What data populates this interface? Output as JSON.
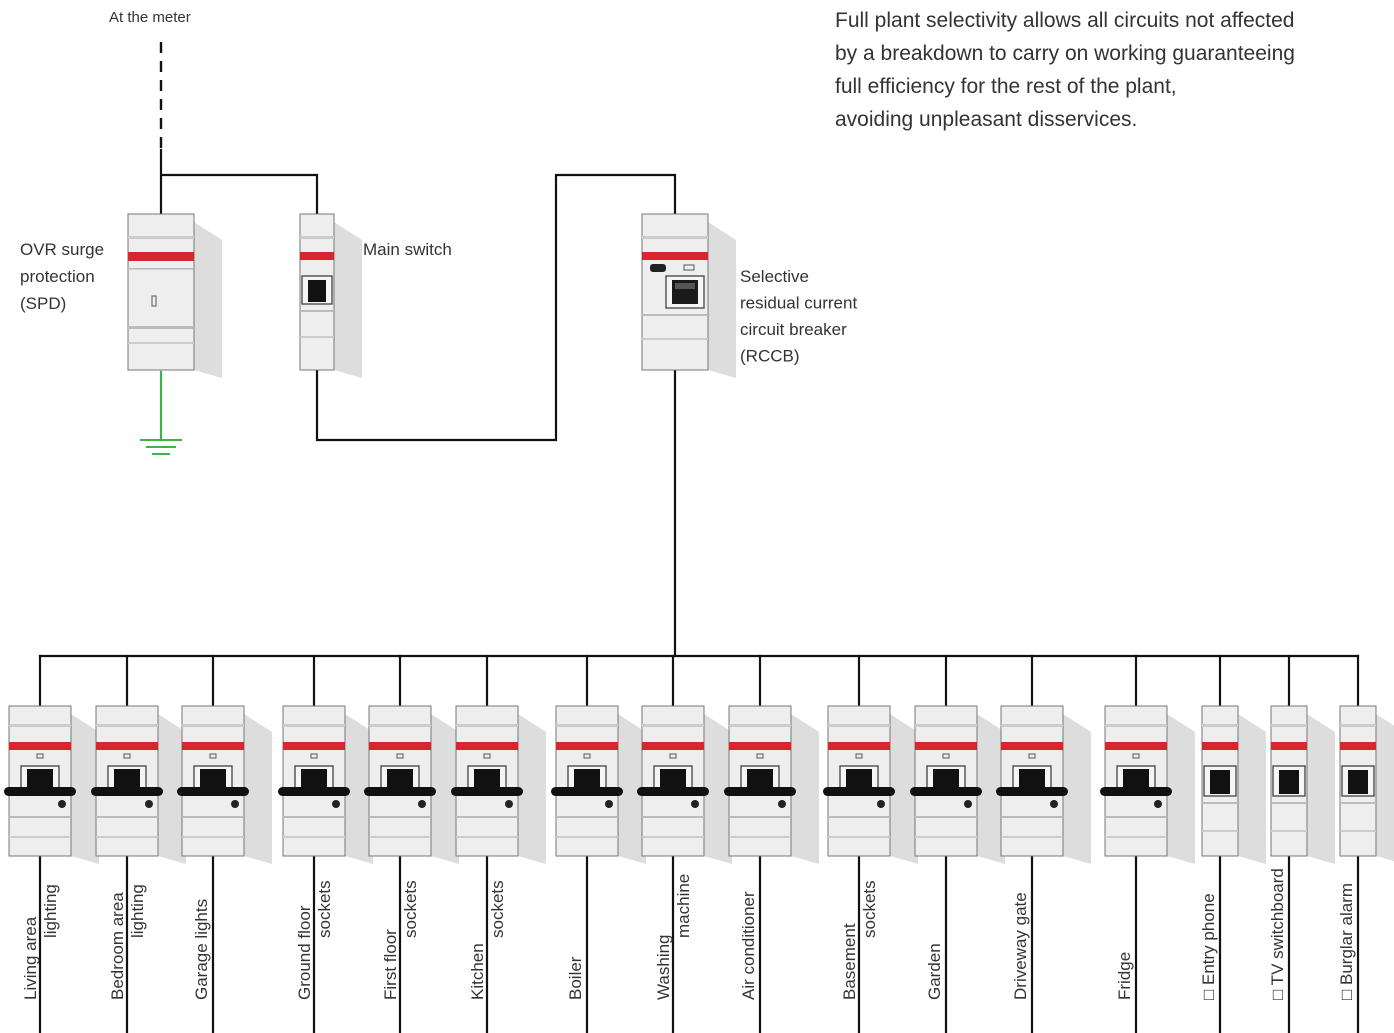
{
  "source_label": "At the meter",
  "note_lines": [
    "Full plant selectivity allows all circuits not affected",
    "by a breakdown to carry on working guaranteeing",
    "full efficiency for the rest of the plant,",
    "avoiding unpleasant disservices."
  ],
  "top_devices": {
    "spd": [
      "OVR surge",
      "protection",
      "(SPD)"
    ],
    "main_switch": [
      "Main switch"
    ],
    "rccb": [
      "Selective",
      "residual current",
      "circuit breaker",
      "(RCCB)"
    ]
  },
  "circuits": [
    {
      "lines": [
        "Living area",
        "lighting"
      ],
      "kind": "mcb"
    },
    {
      "lines": [
        "Bedroom area",
        "lighting"
      ],
      "kind": "mcb"
    },
    {
      "lines": [
        "Garage lights"
      ],
      "kind": "mcb"
    },
    {
      "lines": [
        "Ground floor",
        "sockets"
      ],
      "kind": "mcb"
    },
    {
      "lines": [
        "First floor",
        "sockets"
      ],
      "kind": "mcb"
    },
    {
      "lines": [
        "Kitchen",
        "sockets"
      ],
      "kind": "mcb"
    },
    {
      "lines": [
        "Boiler"
      ],
      "kind": "mcb"
    },
    {
      "lines": [
        "Washing",
        "machine"
      ],
      "kind": "mcb"
    },
    {
      "lines": [
        "Air conditioner"
      ],
      "kind": "mcb"
    },
    {
      "lines": [
        "Basement",
        "sockets"
      ],
      "kind": "mcb"
    },
    {
      "lines": [
        "Garden"
      ],
      "kind": "mcb"
    },
    {
      "lines": [
        "Driveway gate"
      ],
      "kind": "mcb"
    },
    {
      "lines": [
        "Fridge"
      ],
      "kind": "mcb"
    },
    {
      "lines": [
        "Entry phone"
      ],
      "kind": "narrow",
      "symbol": "□"
    },
    {
      "lines": [
        "TV switchboard"
      ],
      "kind": "narrow",
      "symbol": "□"
    },
    {
      "lines": [
        "Burglar alarm"
      ],
      "kind": "narrow",
      "symbol": "□"
    }
  ],
  "colors": {
    "wire": "#111111",
    "ground": "#3cb44b",
    "device_body": "#eeeeee",
    "device_stripe": "#d7262e",
    "shadow": "#dddddd"
  }
}
